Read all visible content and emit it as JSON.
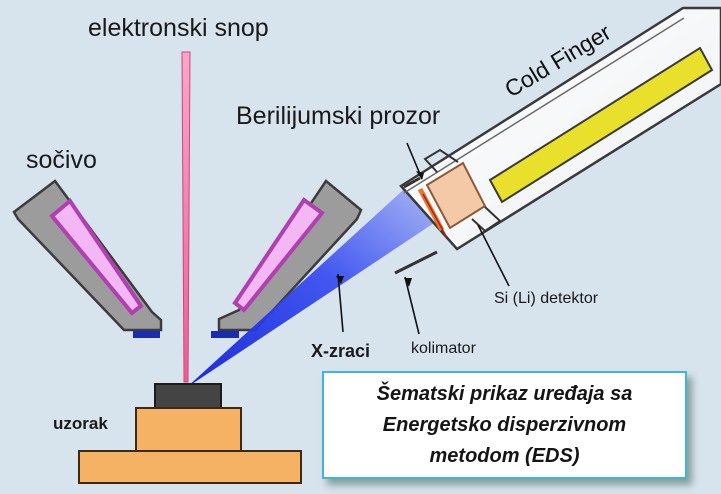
{
  "labels": {
    "electron_beam": "elektronski snop",
    "lens": "sočivo",
    "beryllium_window": "Berilijumski prozor",
    "cold_finger": "Cold Finger",
    "detector": "Si (Li) detektor",
    "x_rays": "X-zraci",
    "collimator": "kolimator",
    "sample": "uzorak"
  },
  "caption": {
    "line1": "Šematski prikaz uređaja sa",
    "line2": "Energetsko disperzivnom",
    "line3": "metodom (EDS)"
  },
  "colors": {
    "background": "#d7e3ed",
    "beam": "#f06a9c",
    "lens_body": "#9c9c9c",
    "lens_core": "#f3b8f3",
    "xray": "#1c33e8",
    "cold_finger_rod": "#e8e02a",
    "detector_crystal": "#f4c9a8",
    "beryllium_window": "#e07a2a",
    "sample_base": "#f6b264",
    "sample_top": "#444444",
    "caption_border": "#3fb6d2"
  }
}
